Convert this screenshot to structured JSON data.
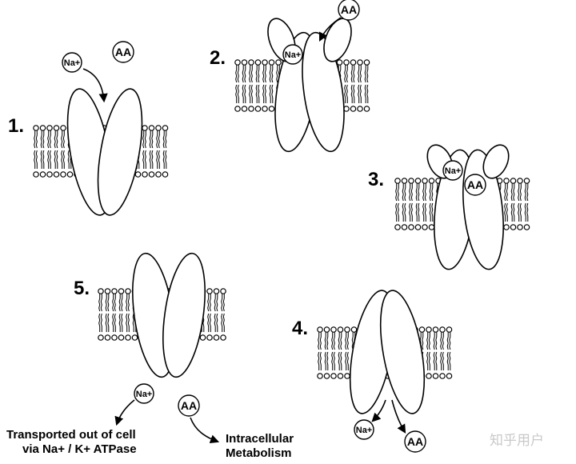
{
  "steps": [
    {
      "number": "1.",
      "label_ion": "Na+",
      "label_aa": "AA"
    },
    {
      "number": "2.",
      "label_ion": "Na+",
      "label_aa": "AA"
    },
    {
      "number": "3.",
      "label_ion": "Na+",
      "label_aa": "AA"
    },
    {
      "number": "4.",
      "label_ion": "Na+",
      "label_aa": "AA"
    },
    {
      "number": "5.",
      "label_ion": "Na+",
      "label_aa": "AA"
    }
  ],
  "captions": {
    "transport_line1": "Transported out of cell",
    "transport_line2": "via Na+ / K+ ATPase",
    "metabolism_line1": "Intracellular",
    "metabolism_line2": "Metabolism"
  },
  "watermark": "知乎用户"
}
